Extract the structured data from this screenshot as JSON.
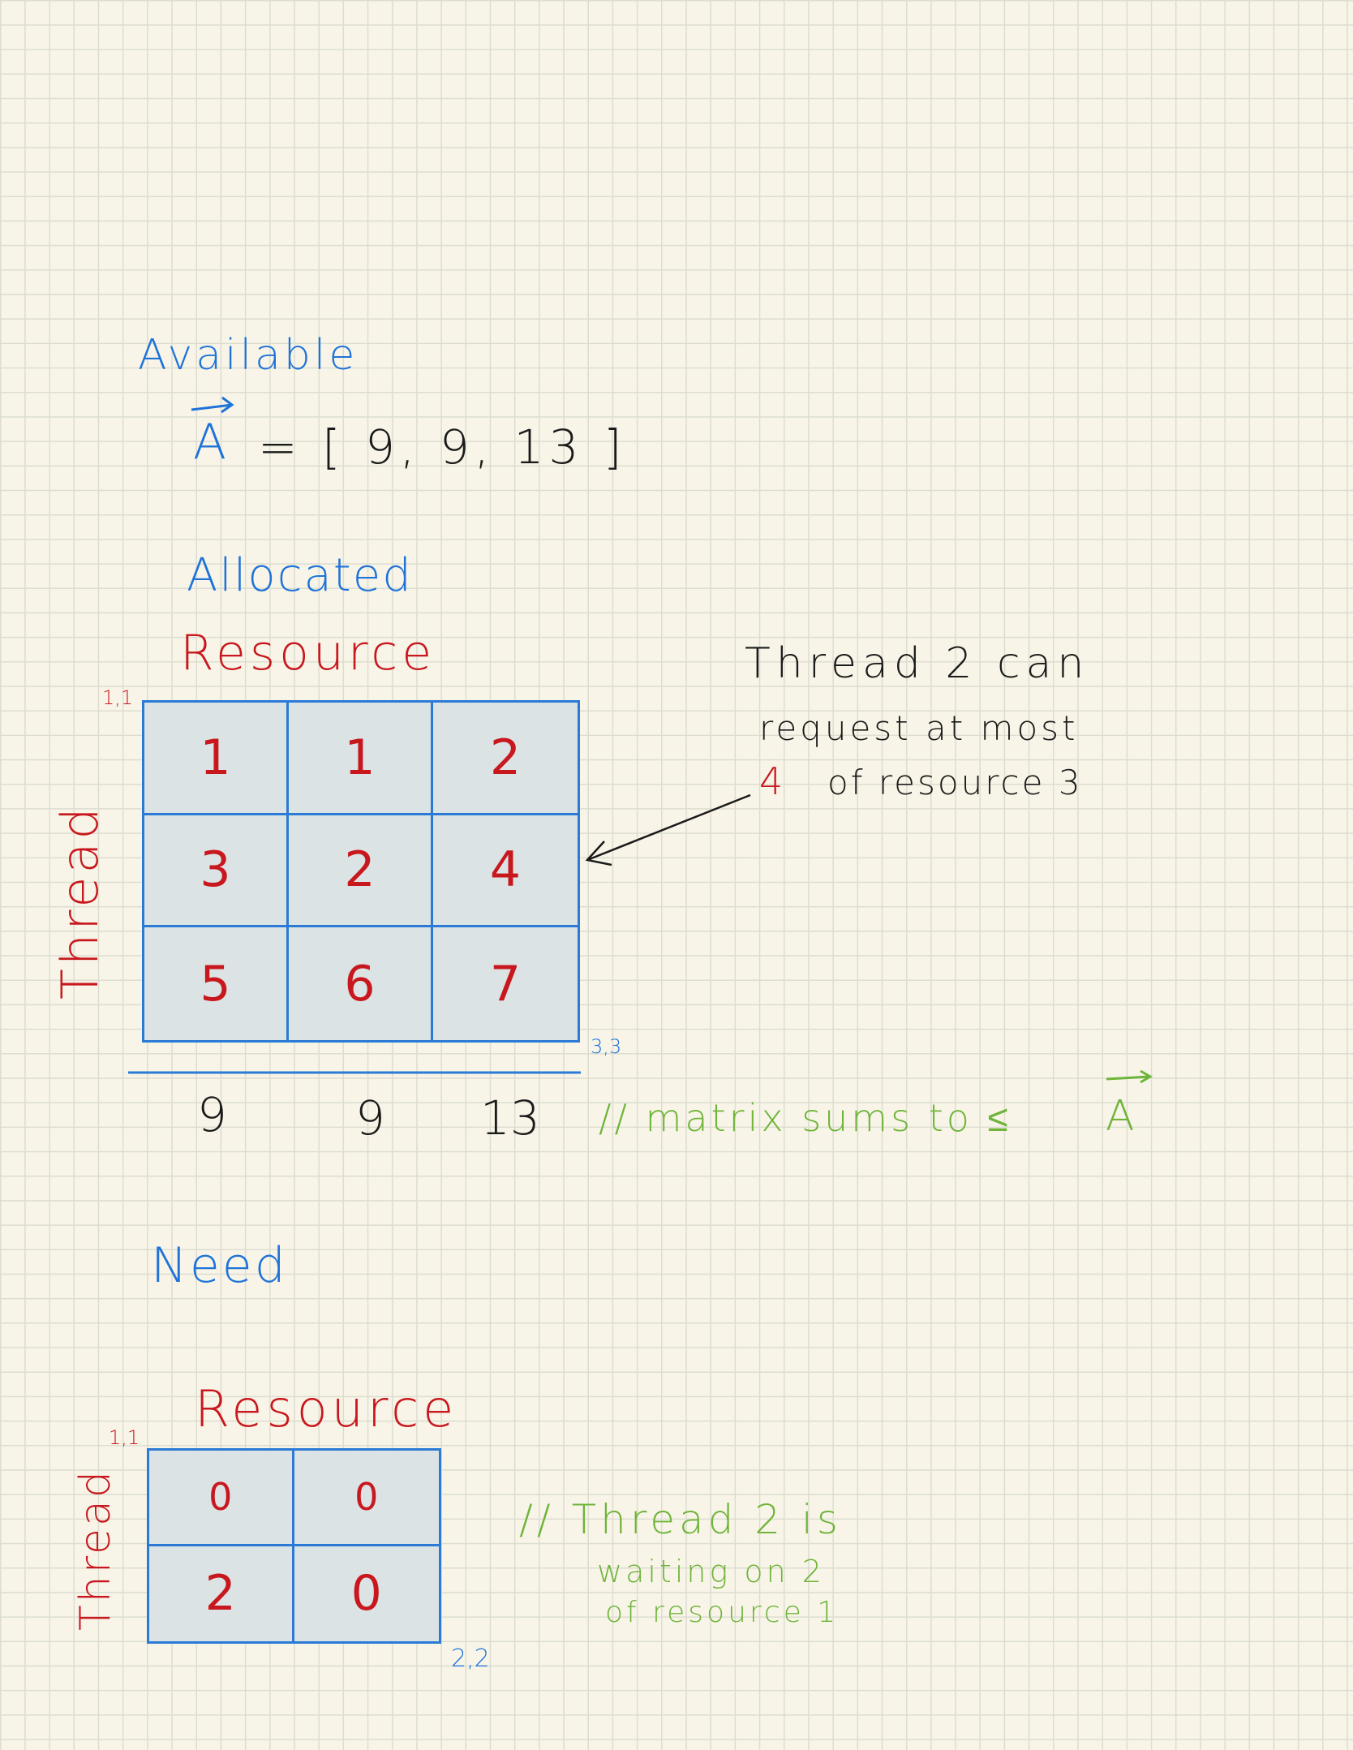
{
  "available": {
    "label": "Available",
    "vector_symbol": "A",
    "vector_expression": "= [ 9, 9, 13 ]"
  },
  "allocated": {
    "label": "Allocated",
    "column_axis_label": "Resource",
    "row_axis_label": "Thread",
    "corner_top_left": "1,1",
    "corner_bottom_right": "3,3",
    "matrix": [
      [
        "1",
        "1",
        "2"
      ],
      [
        "3",
        "2",
        "4"
      ],
      [
        "5",
        "6",
        "7"
      ]
    ],
    "column_sums": [
      "9",
      "9",
      "13"
    ],
    "sum_comment": "// matrix sums to ≤",
    "sum_comment_symbol": "A",
    "annotation": {
      "line1": "Thread 2 can",
      "line2": "request at most",
      "highlight_value": "4",
      "line3_rest": "of resource 3"
    }
  },
  "need": {
    "label": "Need",
    "column_axis_label": "Resource",
    "row_axis_label": "Thread",
    "corner_top_left": "1,1",
    "corner_bottom_right": "2,2",
    "matrix": [
      [
        "0",
        "0"
      ],
      [
        "2",
        "0"
      ]
    ],
    "comment": {
      "line1": "// Thread 2 is",
      "line2": "waiting on 2",
      "line3": "of resource 1"
    }
  },
  "colors": {
    "paper": "#f8f5e8",
    "grid_line": "#dcdcd0",
    "blue_ink": "#1f73d8",
    "red_ink": "#c8181e",
    "green_ink": "#6fb43a",
    "black_ink": "#1a1a1a",
    "matrix_fill": "#dbe3e4"
  }
}
